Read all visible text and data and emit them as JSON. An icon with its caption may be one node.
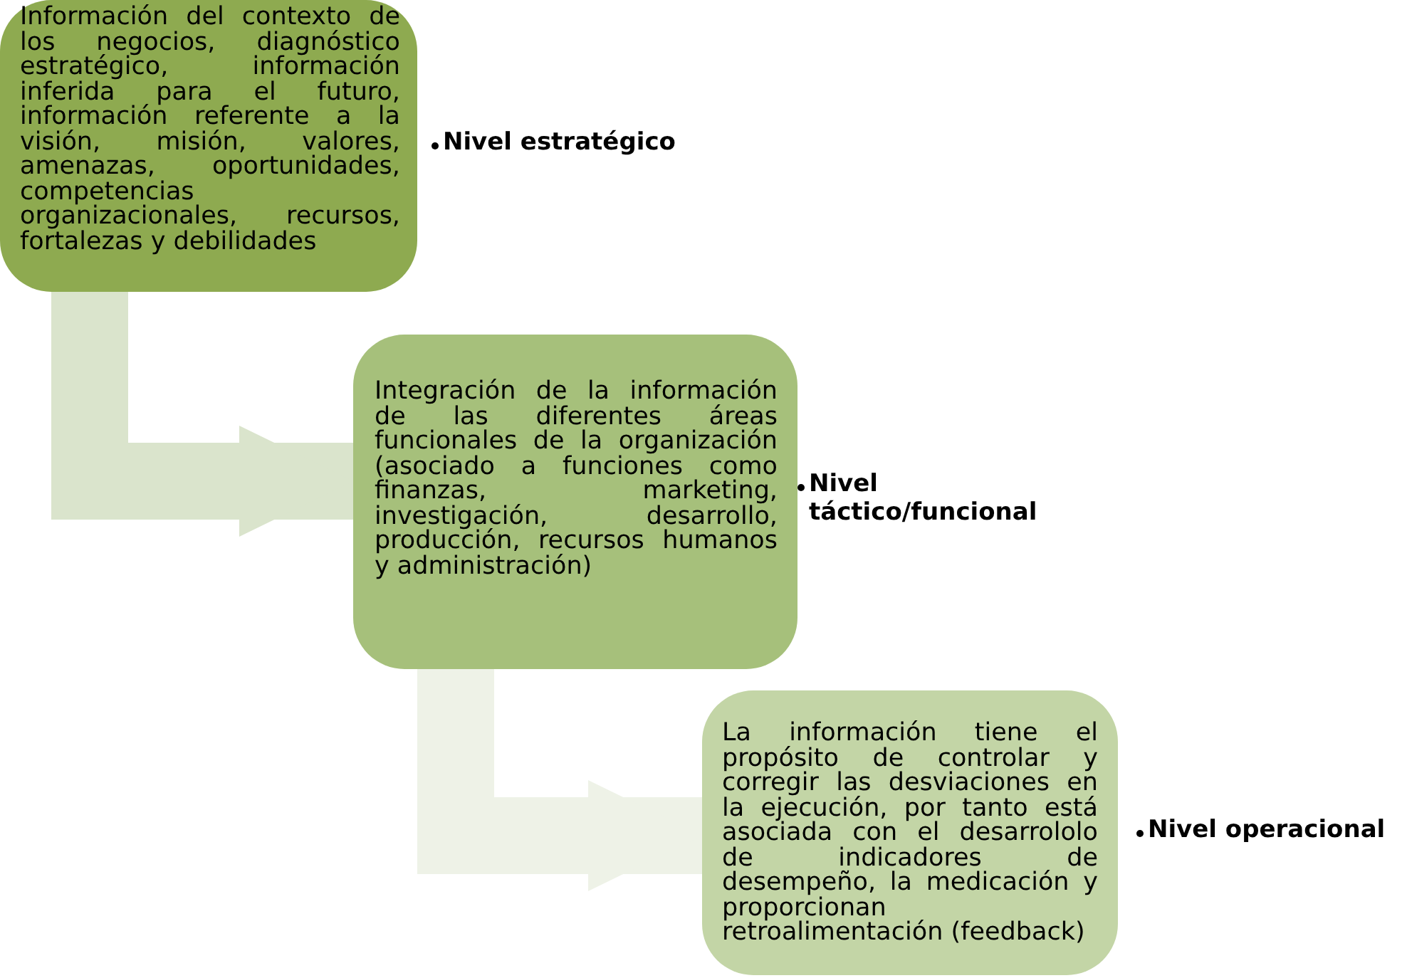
{
  "diagram": {
    "nodes": [
      {
        "text": [
          "Información del contexto de los negocios, diagnóstico estratégico, información inferida para el futuro, información referente a la visión, misión, valores, amenazas, oportunidades, competencias organizacionales, recursos, fortalezas y debilidades"
        ],
        "beside": [
          "Nivel estratégico"
        ]
      },
      {
        "text": [
          "Integración de la información de las diferentes áreas funcionales de la organización (asociado a funciones como finanzas, marketing, investigación, desarrollo, producción, recursos humanos y administración)"
        ],
        "beside": [
          "Nivel táctico/funcional"
        ]
      },
      {
        "text": [
          "La información tiene el propósito de controlar y corregir las desviaciones en la ejecución, por tanto está asociada con el desarrololo de indicadores de desempeño, la medicación y proporcionan retroalimentación (feedback)"
        ],
        "beside": [
          "Nivel operacional"
        ]
      }
    ],
    "edges": [
      {
        "from": 0,
        "to": 1,
        "arrow": "to",
        "color": "#dae4cc"
      },
      {
        "from": 1,
        "to": 2,
        "arrow": "to",
        "color": "#eef2e7"
      }
    ]
  }
}
